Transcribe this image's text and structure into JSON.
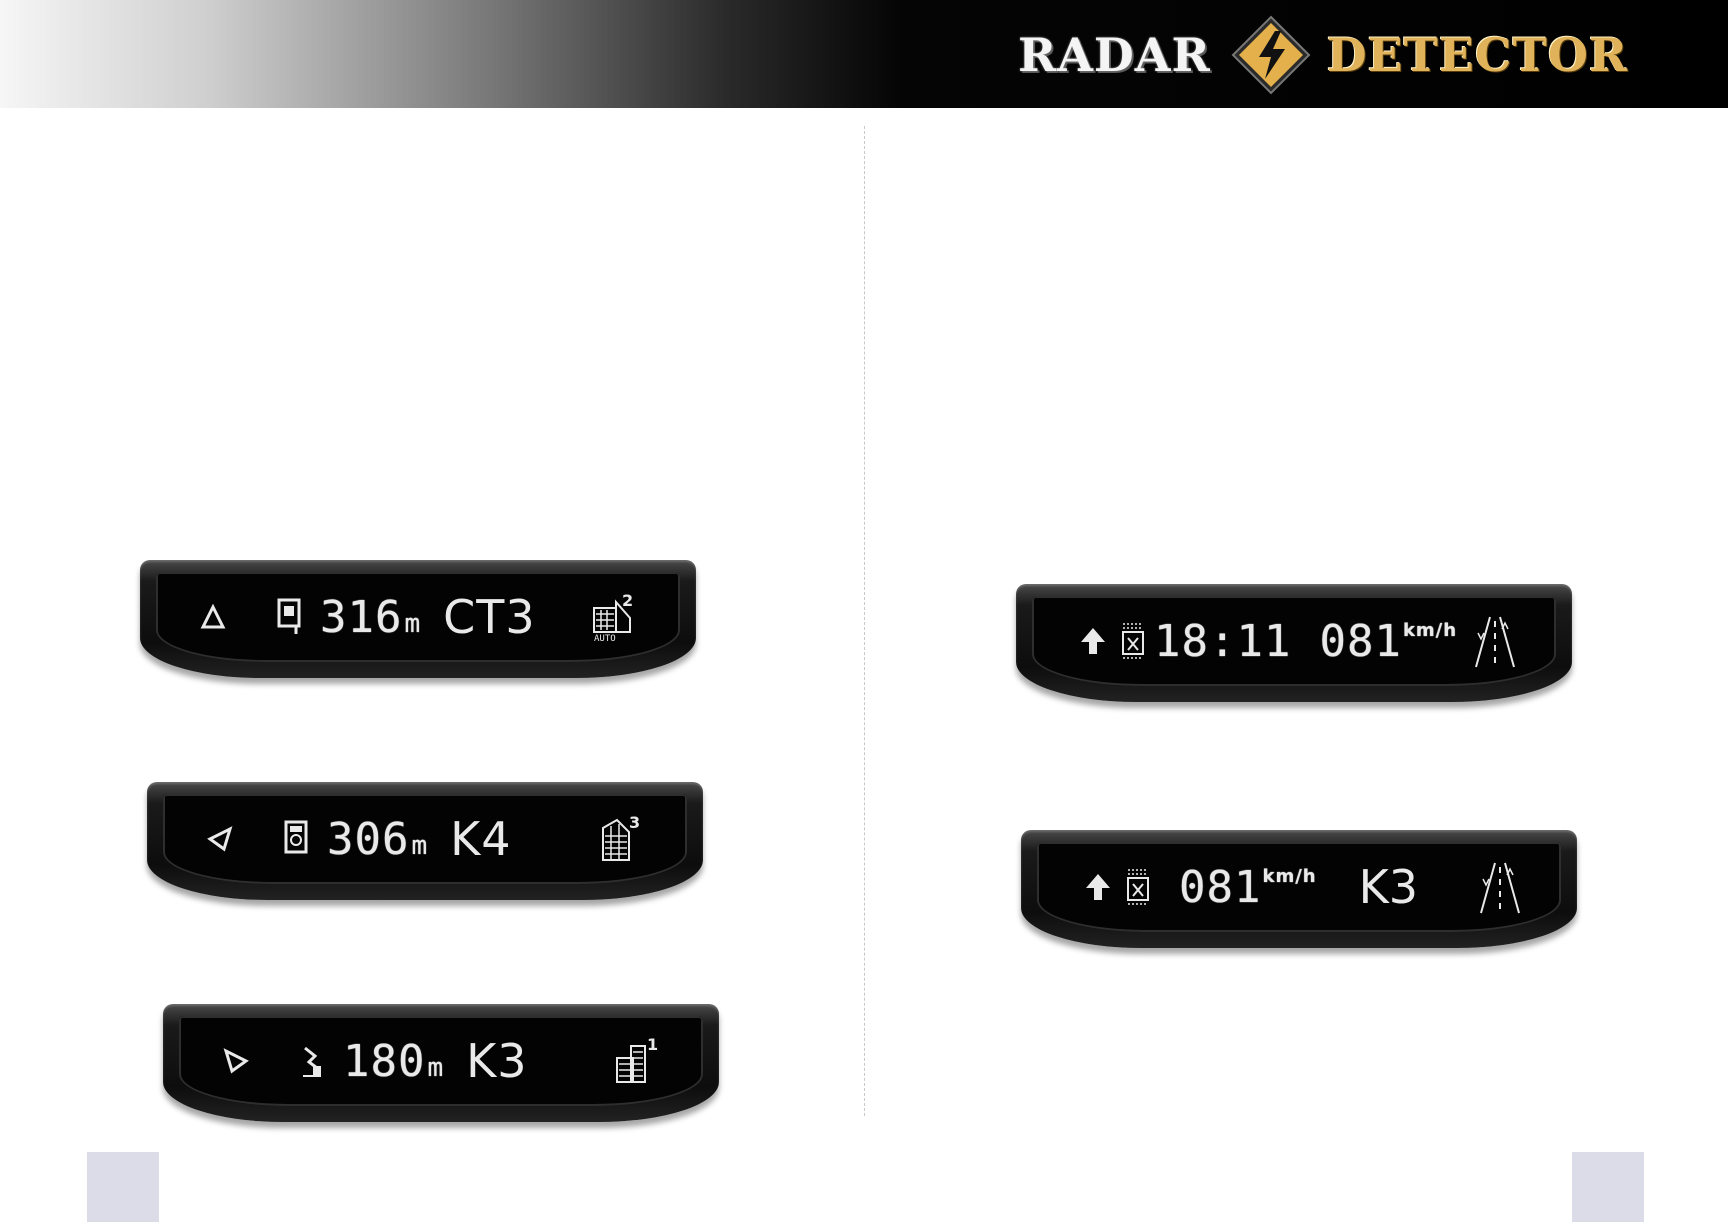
{
  "header": {
    "brand_left": "RADAR",
    "brand_right": "DETECTOR",
    "logo_icon": "lightning-diamond-icon",
    "colors": {
      "left_word": "#f4f4f4",
      "right_word": "#e0b25a",
      "logo_fill": "#e3b04b"
    }
  },
  "left_displays": [
    {
      "direction_icon": "arrow-up-outline-icon",
      "camera_icon": "camera-post-icon",
      "distance": "316",
      "unit": "m",
      "band": "CT3",
      "zone_icon": "city-zone-icon",
      "zone_level": "2",
      "zone_mode": "AUTO"
    },
    {
      "direction_icon": "arrow-left-outline-icon",
      "camera_icon": "camera-box-icon",
      "distance": "306",
      "unit": "m",
      "band": "K4",
      "zone_icon": "city-zone-icon",
      "zone_level": "3",
      "zone_mode": ""
    },
    {
      "direction_icon": "arrow-right-outline-icon",
      "camera_icon": "camera-mobile-icon",
      "distance": "180",
      "unit": "m",
      "band": "K3",
      "zone_icon": "city-zone-icon",
      "zone_level": "1",
      "zone_mode": ""
    }
  ],
  "right_displays": [
    {
      "direction_icon": "arrow-up-solid-icon",
      "camera_icon": "camera-fixed-icon",
      "time": "18:11",
      "speed": "081",
      "speed_unit": "km/h",
      "road_icon": "highway-icon"
    },
    {
      "direction_icon": "arrow-up-solid-icon",
      "camera_icon": "camera-fixed-icon",
      "speed": "081",
      "speed_unit": "km/h",
      "band": "K3",
      "road_icon": "highway-icon"
    }
  ]
}
